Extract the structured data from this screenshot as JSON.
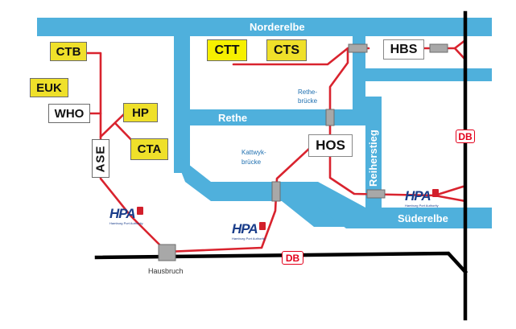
{
  "map": {
    "waterways": {
      "norderelbe": "Norderelbe",
      "rethe": "Rethe",
      "suederelbe": "Süderelbe"
    },
    "bridges": {
      "rethe_bruecke_line1": "Rethe-",
      "rethe_bruecke_line2": "brücke",
      "kattwyk_line1": "Kattwyk-",
      "kattwyk_line2": "brücke",
      "reiherstieg": "Reiherstieg"
    },
    "terminals": {
      "ctb": "CTB",
      "euk": "EUK",
      "who": "WHO",
      "hp": "HP",
      "ase": "ASE",
      "cta": "CTA",
      "ctt": "CTT",
      "cts": "CTS",
      "hbs": "HBS",
      "hos": "HOS"
    },
    "stations": {
      "hausbruch": "Hausbruch"
    },
    "db_badge": "DB",
    "hpa_logo": {
      "mark": "HPA",
      "sub": "Hamburg Port Authority"
    },
    "colors": {
      "water": "#4fb0dc",
      "rail_port": "#d9232e",
      "rail_db": "#000000",
      "terminal_yellow": "#efe02a",
      "db_red": "#e3001b"
    }
  }
}
